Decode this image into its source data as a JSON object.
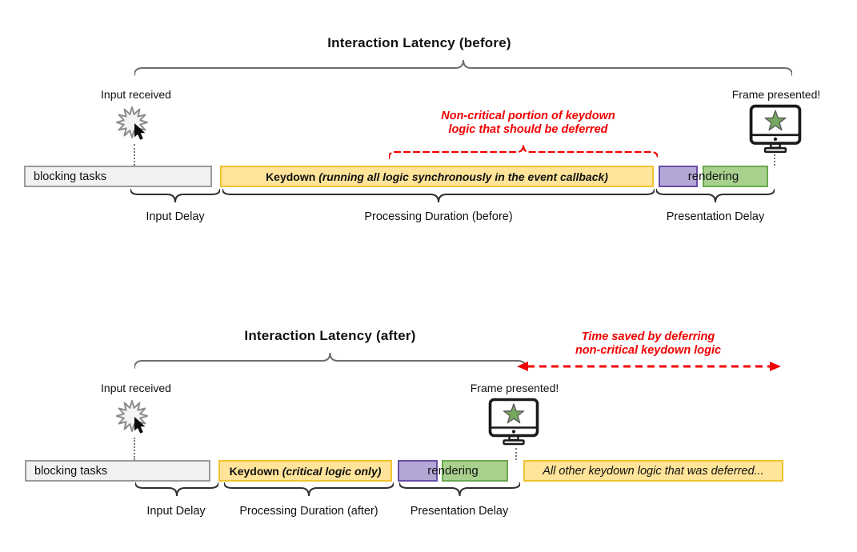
{
  "colors": {
    "yellow_fill": "#FFE49A",
    "yellow_border": "#F1C232",
    "gray_fill": "#F1F1F1",
    "gray_border": "#9B9B9B",
    "purple_fill": "#B4A7D6",
    "purple_border": "#674EA7",
    "green_fill": "#A9D18E",
    "green_border": "#6AA84F",
    "star_green": "#76A85E",
    "red": "#F00000"
  },
  "icons": {
    "input": "click-burst-icon",
    "frame": "monitor-star-icon"
  },
  "before": {
    "title": "Interaction Latency (before)",
    "input_received": "Input received",
    "frame_presented": "Frame presented!",
    "annotation_line1": "Non-critical portion of keydown",
    "annotation_line2": "logic that should be deferred",
    "bars": {
      "blocking": "blocking tasks",
      "keydown_bold": "Keydown",
      "keydown_italic": "(running all logic synchronously in the event callback)",
      "rendering": "rendering"
    },
    "labels": {
      "input_delay": "Input Delay",
      "processing": "Processing Duration (before)",
      "presentation": "Presentation Delay"
    }
  },
  "after": {
    "title": "Interaction Latency (after)",
    "input_received": "Input received",
    "frame_presented": "Frame presented!",
    "annotation_line1": "Time saved by deferring",
    "annotation_line2": "non-critical keydown logic",
    "bars": {
      "blocking": "blocking tasks",
      "keydown_bold": "Keydown",
      "keydown_italic": "(critical logic only)",
      "rendering": "rendering",
      "deferred": "All other keydown logic that was deferred..."
    },
    "labels": {
      "input_delay": "Input Delay",
      "processing": "Processing Duration (after)",
      "presentation": "Presentation Delay"
    }
  }
}
